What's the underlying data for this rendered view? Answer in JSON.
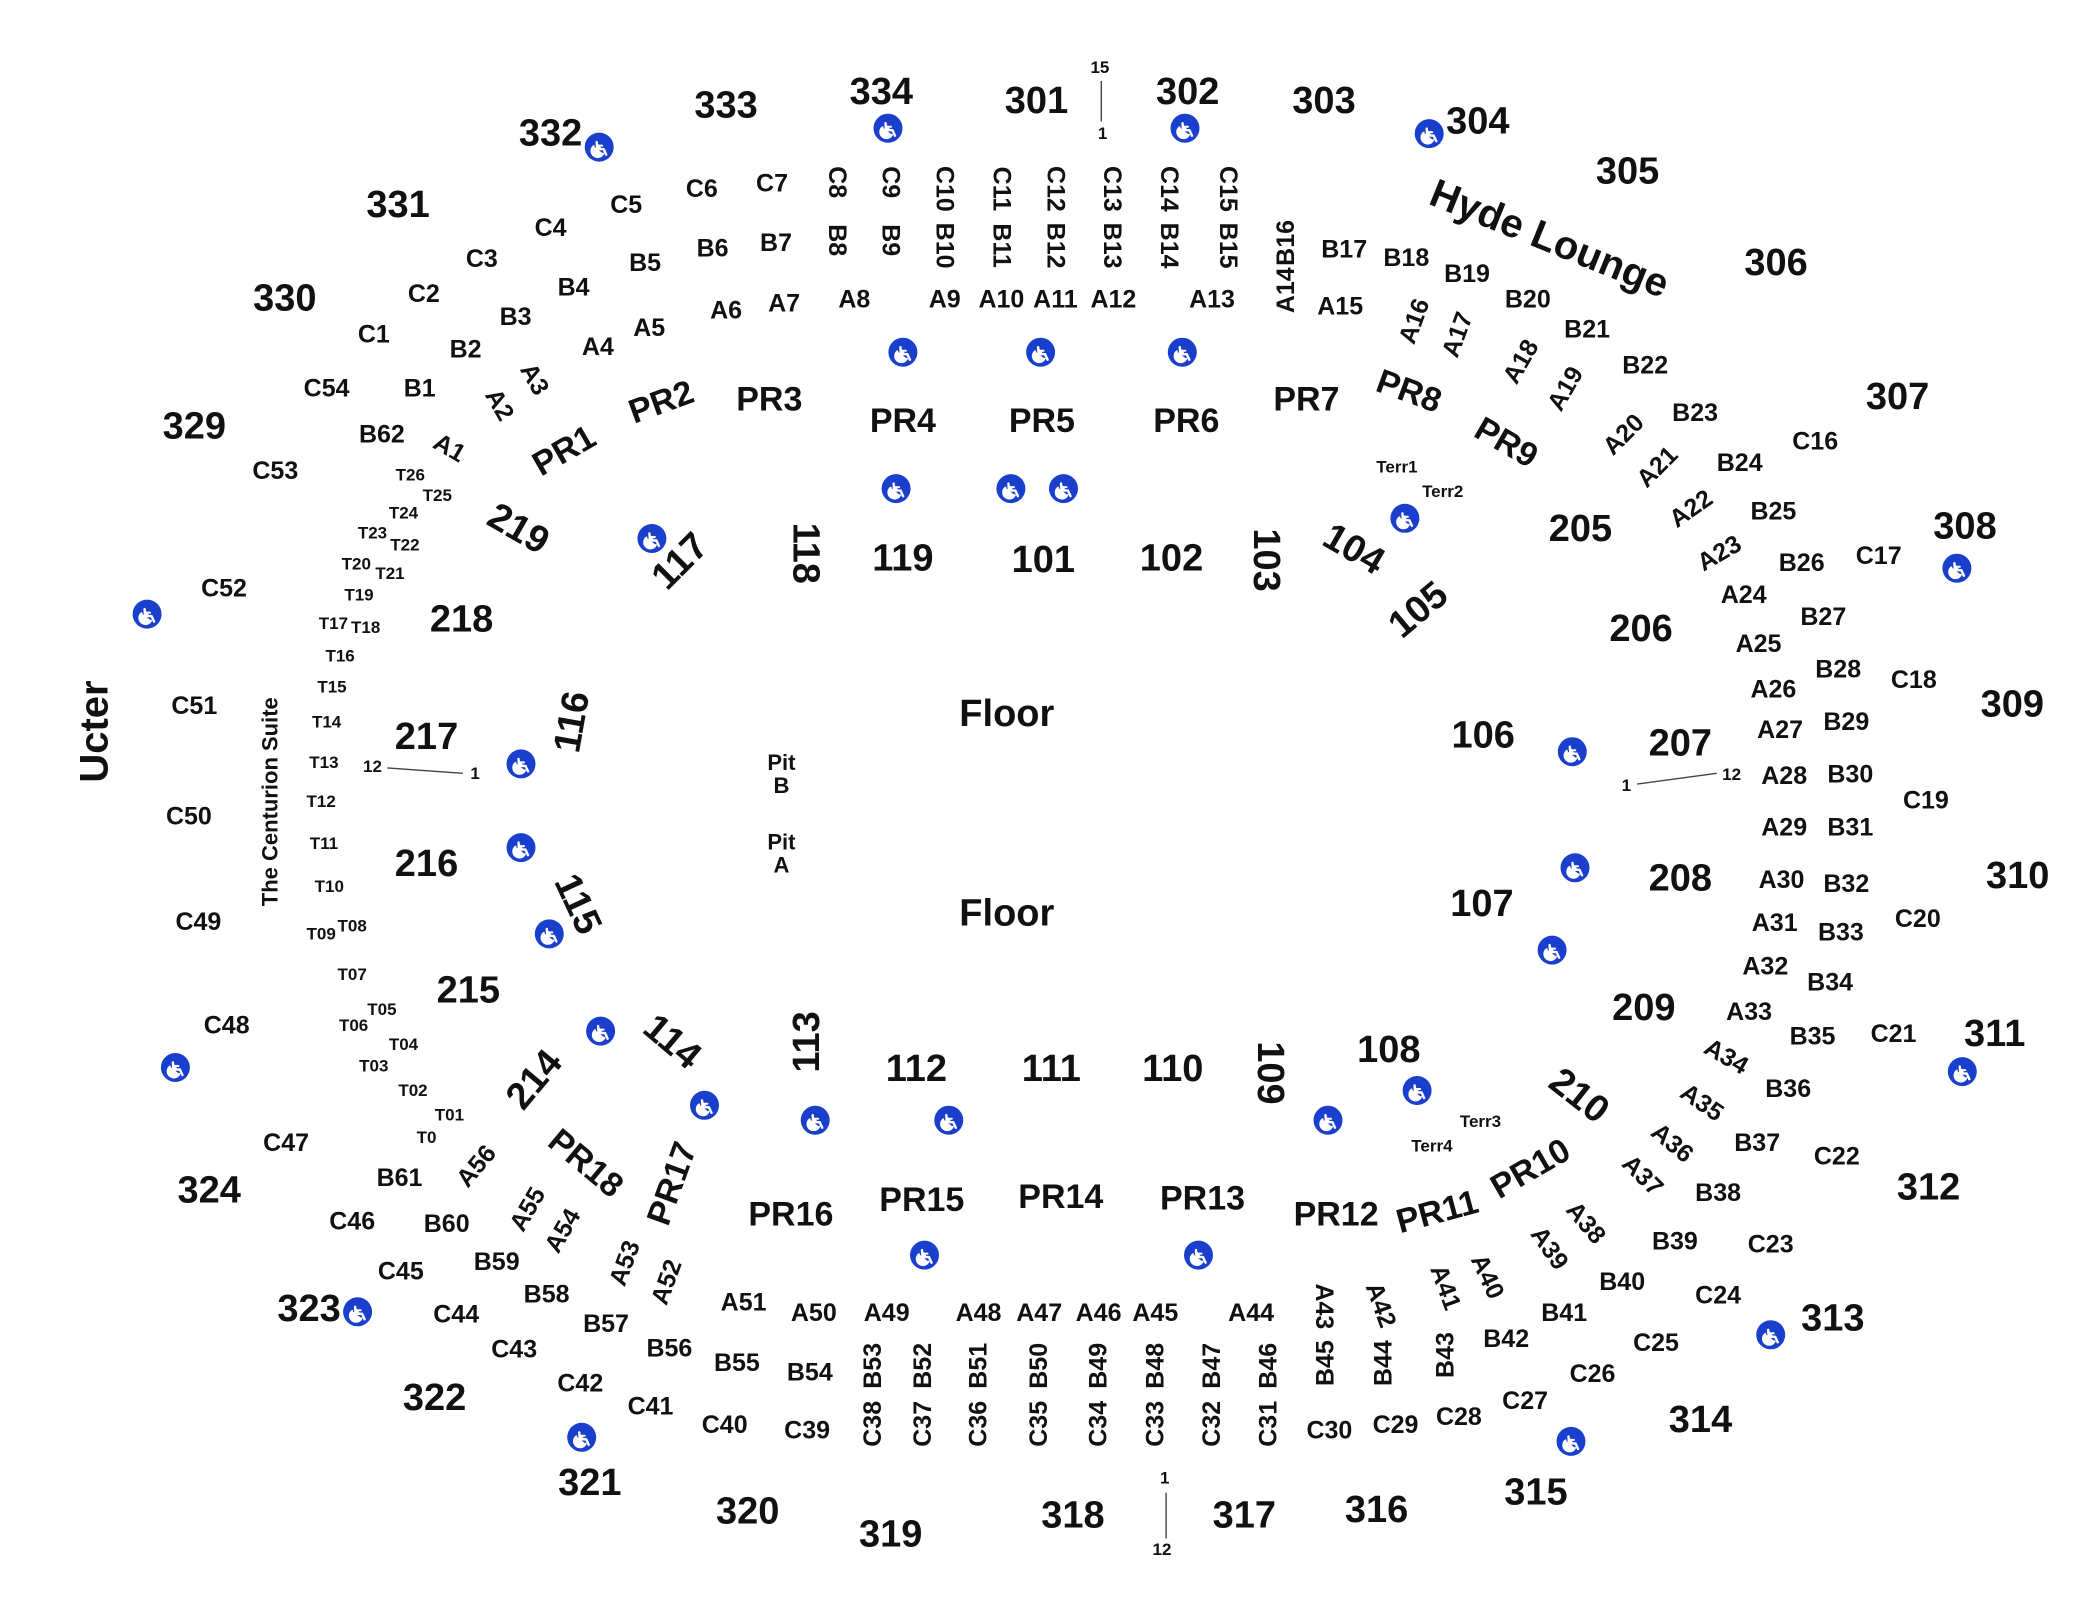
{
  "title": "Ucter",
  "hyde_lounge": "Hyde Lounge",
  "suite_label": "The Centurion Suite",
  "floor_labels": [
    "Floor",
    "Floor"
  ],
  "pit_labels": [
    "Pit\nB",
    "Pit\nA"
  ],
  "accent_color": "#1a3fcc",
  "icons": {
    "accessible": "wheelchair-icon"
  },
  "sections_300": [
    "301",
    "302",
    "303",
    "304",
    "305",
    "306",
    "307",
    "308",
    "309",
    "310",
    "311",
    "312",
    "313",
    "314",
    "315",
    "316",
    "317",
    "318",
    "319",
    "320",
    "321",
    "322",
    "323",
    "324",
    "329",
    "330",
    "331",
    "332",
    "333",
    "334"
  ],
  "sections_200": [
    "205",
    "206",
    "207",
    "208",
    "209",
    "210",
    "214",
    "215",
    "216",
    "217",
    "218",
    "219"
  ],
  "sections_100": [
    "101",
    "102",
    "103",
    "104",
    "105",
    "106",
    "107",
    "108",
    "109",
    "110",
    "111",
    "112",
    "113",
    "114",
    "115",
    "116",
    "117",
    "118",
    "119"
  ],
  "suites_pr": [
    "PR1",
    "PR2",
    "PR3",
    "PR4",
    "PR5",
    "PR6",
    "PR7",
    "PR8",
    "PR9",
    "PR10",
    "PR11",
    "PR12",
    "PR13",
    "PR14",
    "PR15",
    "PR16",
    "PR17",
    "PR18"
  ],
  "boxes_c": [
    "C1",
    "C2",
    "C3",
    "C4",
    "C5",
    "C6",
    "C7",
    "C8",
    "C9",
    "C10",
    "C11",
    "C12",
    "C13",
    "C14",
    "C15",
    "C16",
    "C17",
    "C18",
    "C19",
    "C20",
    "C21",
    "C22",
    "C23",
    "C24",
    "C25",
    "C26",
    "C27",
    "C28",
    "C29",
    "C30",
    "C31",
    "C32",
    "C33",
    "C34",
    "C35",
    "C36",
    "C37",
    "C38",
    "C39",
    "C40",
    "C41",
    "C42",
    "C43",
    "C44",
    "C45",
    "C46",
    "C47",
    "C48",
    "C49",
    "C50",
    "C51",
    "C52",
    "C53",
    "C54"
  ],
  "boxes_b": [
    "B1",
    "B2",
    "B3",
    "B4",
    "B5",
    "B6",
    "B7",
    "B8",
    "B9",
    "B10",
    "B11",
    "B12",
    "B13",
    "B14",
    "B15",
    "B16",
    "B17",
    "B18",
    "B19",
    "B20",
    "B21",
    "B22",
    "B23",
    "B24",
    "B25",
    "B26",
    "B27",
    "B28",
    "B29",
    "B30",
    "B31",
    "B32",
    "B33",
    "B34",
    "B35",
    "B36",
    "B37",
    "B38",
    "B39",
    "B40",
    "B41",
    "B42",
    "B43",
    "B44",
    "B45",
    "B46",
    "B47",
    "B48",
    "B49",
    "B50",
    "B51",
    "B52",
    "B53",
    "B54",
    "B55",
    "B56",
    "B57",
    "B58",
    "B59",
    "B60",
    "B61",
    "B62"
  ],
  "boxes_a": [
    "A1",
    "A2",
    "A3",
    "A4",
    "A5",
    "A6",
    "A7",
    "A8",
    "A9",
    "A10",
    "A11",
    "A12",
    "A13",
    "A14",
    "A15",
    "A16",
    "A17",
    "A18",
    "A19",
    "A20",
    "A21",
    "A22",
    "A23",
    "A24",
    "A25",
    "A26",
    "A27",
    "A28",
    "A29",
    "A30",
    "A31",
    "A32",
    "A33",
    "A34",
    "A35",
    "A36",
    "A37",
    "A38",
    "A39",
    "A40",
    "A41",
    "A42",
    "A43",
    "A44",
    "A45",
    "A46",
    "A47",
    "A48",
    "A49",
    "A50",
    "A51",
    "A52",
    "A53",
    "A54",
    "A55",
    "A56"
  ],
  "boxes_t": [
    "T0",
    "T01",
    "T02",
    "T03",
    "T04",
    "T05",
    "T06",
    "T07",
    "T08",
    "T09",
    "T10",
    "T11",
    "T12",
    "T13",
    "T14",
    "T15",
    "T16",
    "T17",
    "T18",
    "T19",
    "T20",
    "T21",
    "T22",
    "T23",
    "T24",
    "T25",
    "T26"
  ],
  "terraces": [
    "Terr1",
    "Terr2",
    "Terr3",
    "Terr4"
  ],
  "row_markers": {
    "top": {
      "high": "15",
      "low": "1"
    },
    "bottom": {
      "high": "1",
      "low": "12"
    },
    "left": {
      "high": "12",
      "low": "1"
    },
    "right": {
      "high": "1",
      "low": "12"
    }
  }
}
